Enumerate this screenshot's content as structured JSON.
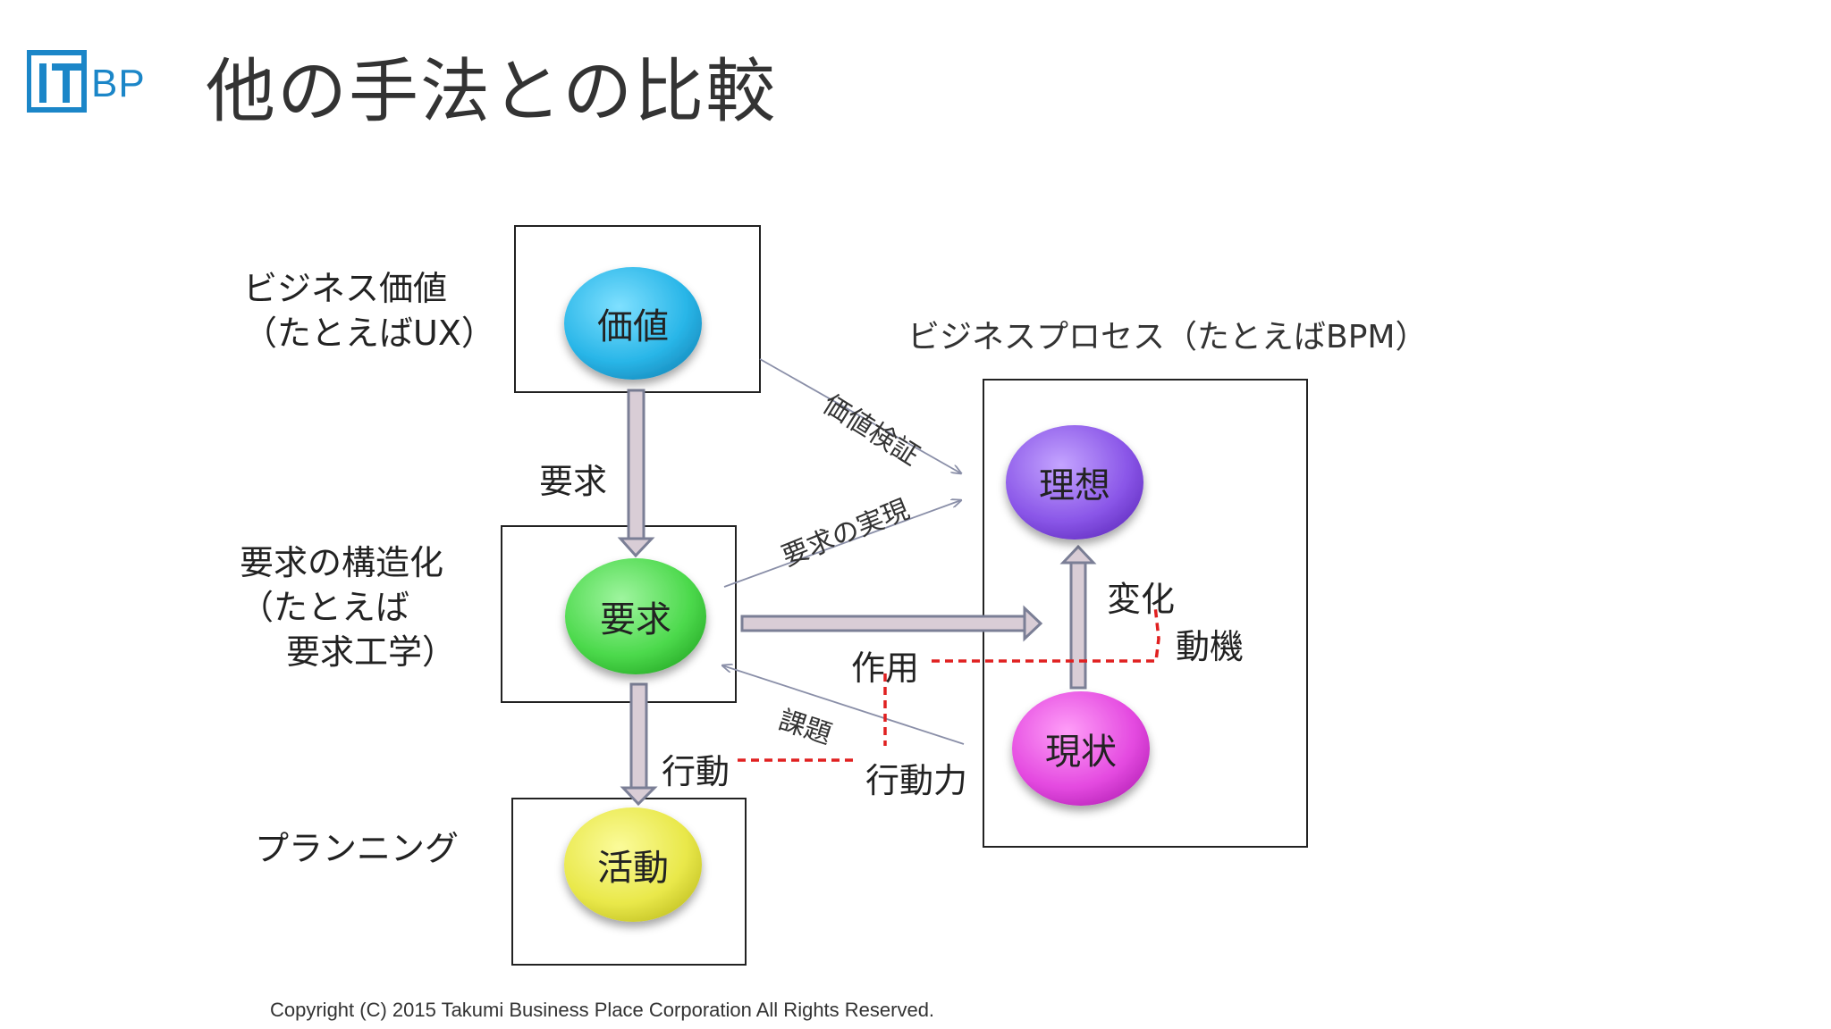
{
  "header": {
    "logo_text": "BP",
    "title": "他の手法との比較"
  },
  "side_labels": {
    "business_value": [
      "ビジネス価値",
      "（たとえばUX）"
    ],
    "requirement_structuring": [
      "要求の構造化",
      "（たとえば",
      "要求工学）"
    ],
    "planning": "プランニング"
  },
  "bpm_label": "ビジネスプロセス（たとえばBPM）",
  "nodes": {
    "value": "価値",
    "requirement": "要求",
    "activity": "活動",
    "ideal": "理想",
    "current": "現状"
  },
  "edge_labels": {
    "requirement_arrow": "要求",
    "value_validation": "価値検証",
    "requirement_realization": "要求の実現",
    "issue": "課題",
    "change": "変化",
    "motivation": "動機",
    "effect": "作用",
    "action": "行動",
    "action_power": "行動力"
  },
  "colors": {
    "value_node": "#29b6e8",
    "requirement_node": "#4cd94c",
    "activity_node": "#e9e84a",
    "ideal_node": "#8a56e8",
    "current_node": "#e44ae0",
    "dashed_line": "#e02020",
    "arrow": "#8a8fa8"
  },
  "footer": "Copyright (C) 2015 Takumi Business Place Corporation All Rights Reserved."
}
